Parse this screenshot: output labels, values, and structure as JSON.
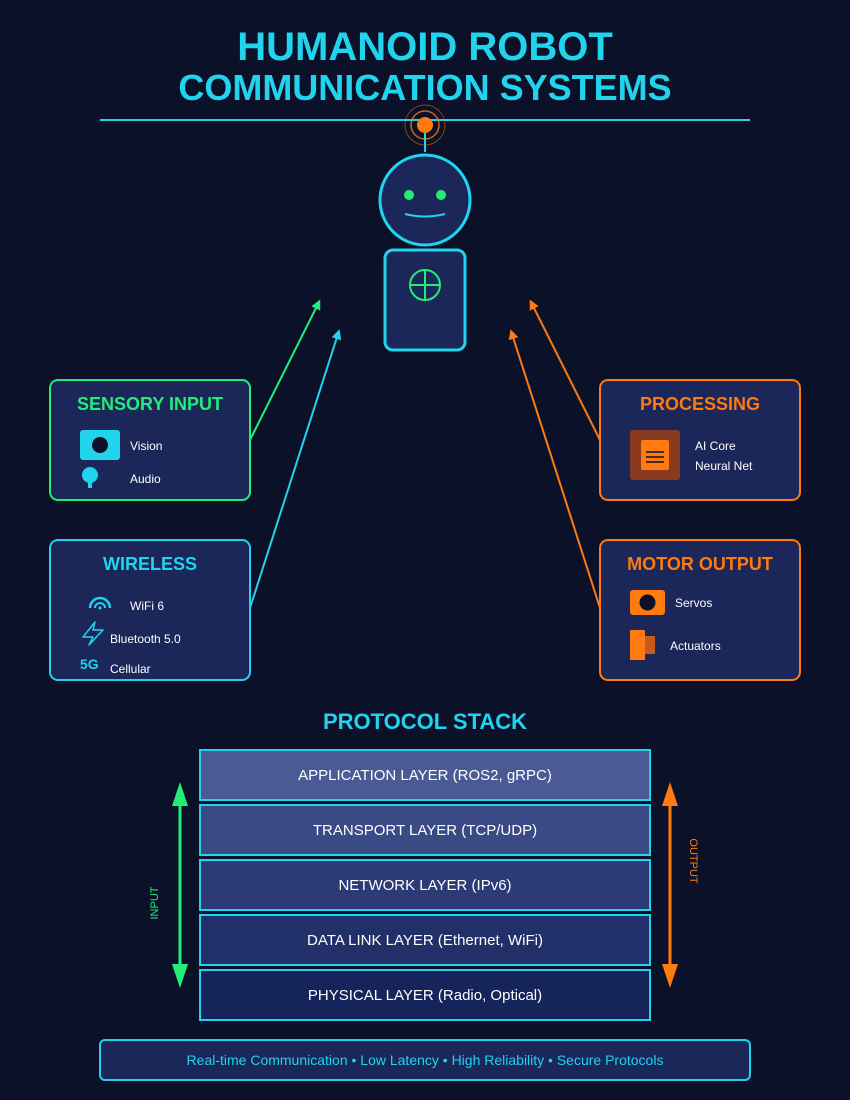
{
  "title": {
    "line1": "HUMANOID ROBOT",
    "line2": "COMMUNICATION SYSTEMS"
  },
  "colors": {
    "background": "#0b1128",
    "cyan": "#22d3ee",
    "green": "#22ee77",
    "orange": "#ff7a10",
    "panel": "#1b2659"
  },
  "modules": {
    "sensory": {
      "title": "SENSORY INPUT",
      "items": [
        {
          "label": "Vision",
          "icon": "camera-icon"
        },
        {
          "label": "Audio",
          "icon": "microphone-icon"
        }
      ]
    },
    "wireless": {
      "title": "WIRELESS",
      "items": [
        {
          "label": "WiFi 6",
          "icon": "wifi-icon"
        },
        {
          "label": "Bluetooth 5.0",
          "icon": "bluetooth-icon"
        },
        {
          "label": "Cellular",
          "icon": "5g-icon",
          "icon_text": "5G"
        }
      ]
    },
    "processing": {
      "title": "PROCESSING",
      "items": [
        {
          "label": "AI Core"
        },
        {
          "label": "Neural Net"
        }
      ],
      "icon": "chip-icon"
    },
    "motor": {
      "title": "MOTOR OUTPUT",
      "items": [
        {
          "label": "Servos",
          "icon": "servo-icon"
        },
        {
          "label": "Actuators",
          "icon": "actuator-icon"
        }
      ]
    }
  },
  "protocol_stack": {
    "title": "PROTOCOL STACK",
    "layers": [
      "APPLICATION LAYER (ROS2, gRPC)",
      "TRANSPORT LAYER (TCP/UDP)",
      "NETWORK LAYER (IPv6)",
      "DATA LINK LAYER (Ethernet, WiFi)",
      "PHYSICAL LAYER (Radio, Optical)"
    ],
    "input_label": "INPUT",
    "output_label": "OUTPUT"
  },
  "footer": "Real-time Communication • Low Latency • High Reliability • Secure Protocols"
}
